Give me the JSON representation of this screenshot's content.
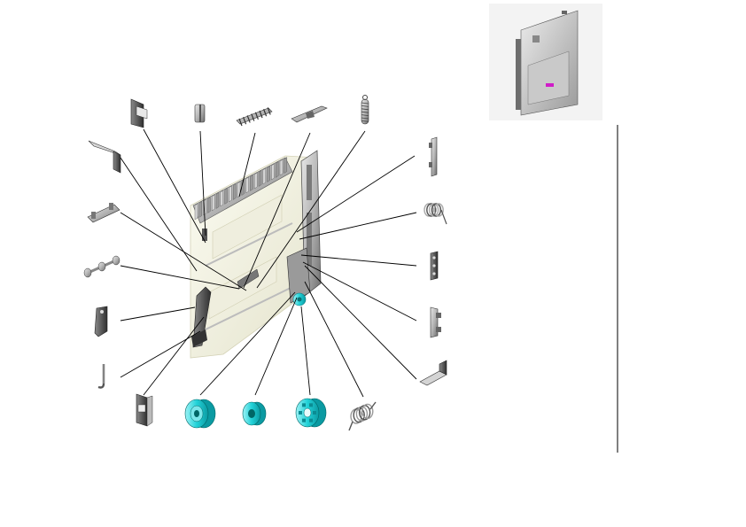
{
  "diagram": {
    "type": "exploded-parts-view",
    "thumbnail": {
      "highlight_color": "#d01cc8"
    },
    "colors": {
      "leader": "#000000",
      "highlight_part": "#22d2d8",
      "highlight_shadow": "#0b9aa2",
      "frame": "#f1f0dc",
      "metal": "#bdbdbd",
      "dark": "#4a4a4a",
      "divider": "#000000"
    },
    "parts": [
      {
        "id": "p01",
        "icon": "bracket-icon"
      },
      {
        "id": "p02",
        "icon": "clip-icon"
      },
      {
        "id": "p03",
        "icon": "comb-guide-icon"
      },
      {
        "id": "p04",
        "icon": "lever-plate-icon"
      },
      {
        "id": "p05",
        "icon": "extension-spring-icon"
      },
      {
        "id": "p06",
        "icon": "angle-bracket-icon"
      },
      {
        "id": "p07",
        "icon": "rail-bracket-icon"
      },
      {
        "id": "p08",
        "icon": "shaft-roller-icon"
      },
      {
        "id": "p09",
        "icon": "link-arm-icon"
      },
      {
        "id": "p10",
        "icon": "hook-pin-icon"
      },
      {
        "id": "p11",
        "icon": "latch-block-icon"
      },
      {
        "id": "p12",
        "icon": "gear-large-icon"
      },
      {
        "id": "p13",
        "icon": "gear-small-icon"
      },
      {
        "id": "p14",
        "icon": "gear-clutch-icon"
      },
      {
        "id": "p15",
        "icon": "torsion-spring-icon"
      },
      {
        "id": "p16",
        "icon": "mount-plate-icon"
      },
      {
        "id": "p17",
        "icon": "coil-spring-icon"
      },
      {
        "id": "p18",
        "icon": "slotted-link-icon"
      },
      {
        "id": "p19",
        "icon": "pivot-arm-icon"
      },
      {
        "id": "p20",
        "icon": "corner-bracket-icon"
      }
    ]
  }
}
